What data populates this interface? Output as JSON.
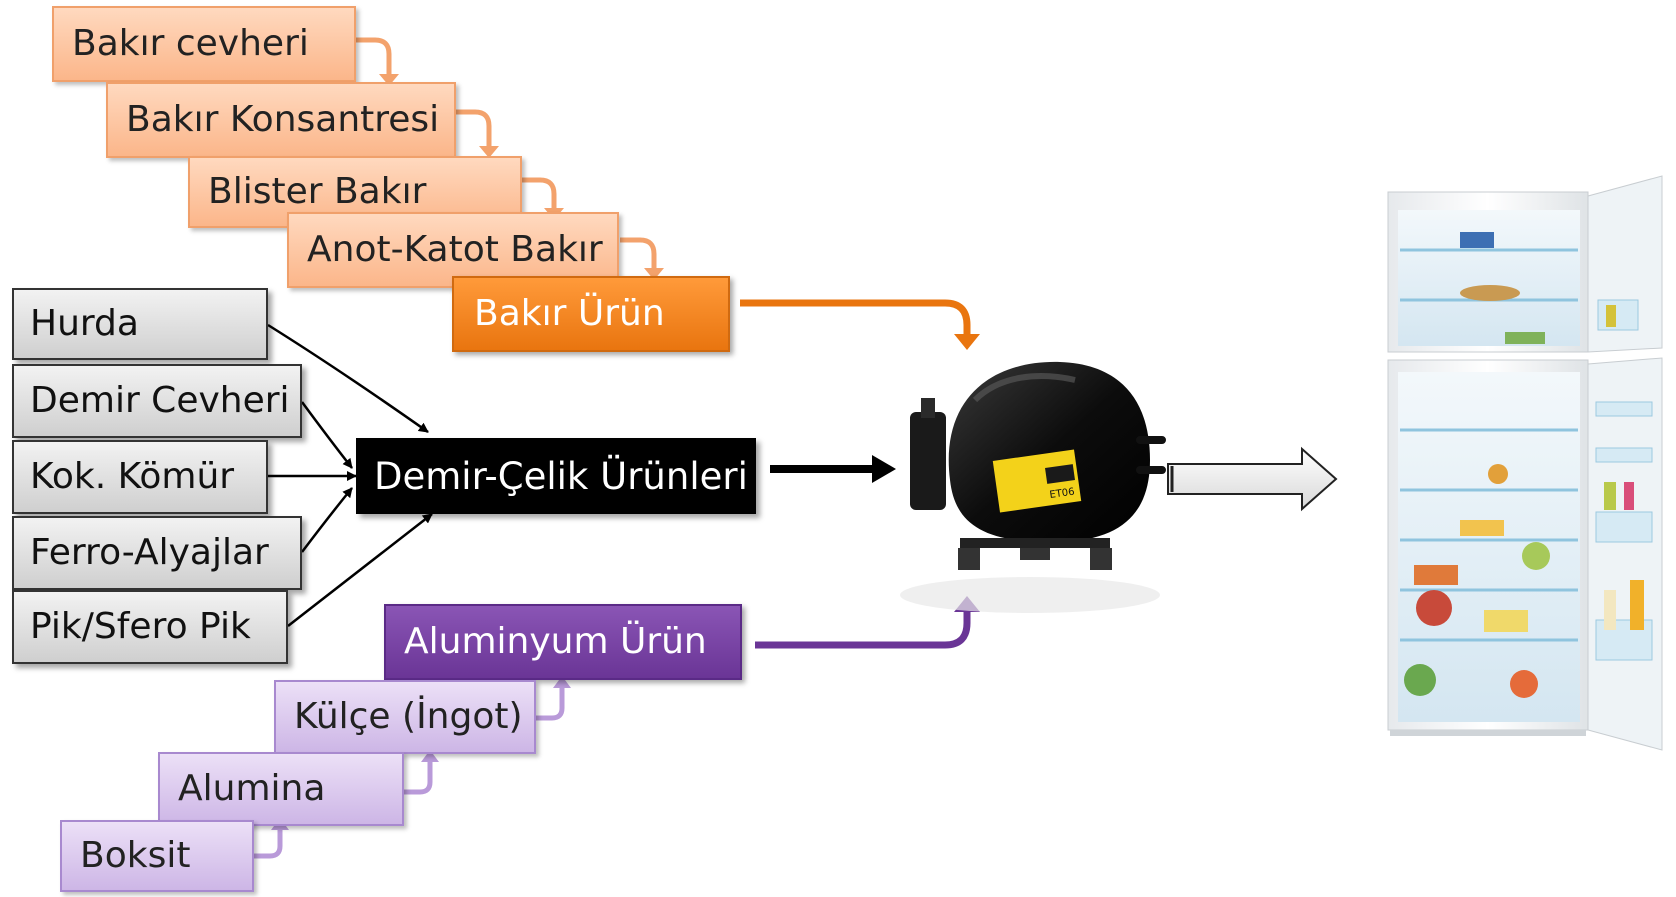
{
  "copper_chain": [
    "Bakır cevheri",
    "Bakır Konsantresi",
    "Blister Bakır",
    "Anot-Katot Bakır"
  ],
  "copper_product": "Bakır Ürün",
  "steel_inputs": [
    "Hurda",
    "Demir Cevheri",
    "Kok. Kömür",
    "Ferro-Alyajlar",
    "Pik/Sfero Pik"
  ],
  "steel_product": "Demir-Çelik Ürünleri",
  "aluminium_product": "Aluminyum Ürün",
  "aluminium_chain": [
    "Külçe (İngot)",
    "Alumina",
    "Boksit"
  ],
  "compressor": {
    "name": "compressor-image",
    "label_code": "ET06"
  },
  "refrigerator": {
    "name": "refrigerator-image"
  },
  "colors": {
    "copper": "#e9750f",
    "copper_light": "#fbb68a",
    "steel": "#000000",
    "aluminium": "#6a3596",
    "aluminium_light": "#cdb6e6"
  }
}
